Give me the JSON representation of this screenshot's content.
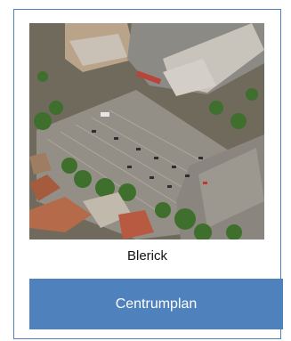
{
  "card": {
    "caption": "Blerick",
    "button_label": "Centrumplan",
    "image_alt": "aerial-photo-town-square"
  },
  "colors": {
    "border": "#4f81bd",
    "button": "#4f81bd",
    "button_text": "#ffffff"
  }
}
